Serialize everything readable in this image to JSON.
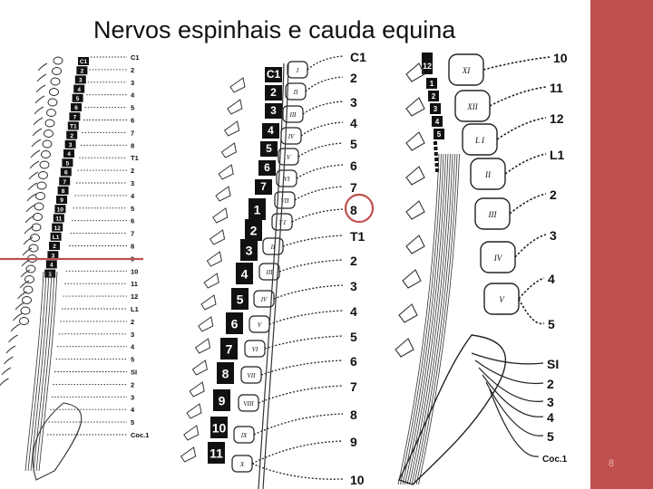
{
  "slide": {
    "title": "Nervos espinhais e cauda equina",
    "slide_number": "8"
  },
  "colors": {
    "accent_band": "#c0504d",
    "highlight_circle": "#c0504d",
    "marker_line": "#c0504d"
  },
  "panel_small": {
    "cervical_boxes": [
      "C1",
      "2",
      "3",
      "4",
      "5",
      "6",
      "7"
    ],
    "thoracic_boxes": [
      "T1",
      "2",
      "3",
      "4",
      "5",
      "6",
      "7",
      "8",
      "9",
      "10",
      "11",
      "12"
    ],
    "lumbar_boxes": [
      "L1",
      "2",
      "3",
      "4",
      "5"
    ],
    "nerve_labels": [
      "C1",
      "2",
      "3",
      "4",
      "5",
      "6",
      "7",
      "8",
      "T1",
      "2",
      "3",
      "4",
      "5",
      "6",
      "7",
      "8",
      "9",
      "10",
      "11",
      "12",
      "L1",
      "2",
      "3",
      "4",
      "5",
      "SI",
      "2",
      "3",
      "4",
      "5",
      "Coc.1"
    ]
  },
  "panel_mid": {
    "cervical_boxes": [
      "C1",
      "2",
      "3",
      "4",
      "5",
      "6",
      "7"
    ],
    "thoracic_boxes": [
      "1",
      "2",
      "3",
      "4",
      "5",
      "6",
      "7",
      "8",
      "9",
      "10",
      "11"
    ],
    "nerve_labels": [
      "C1",
      "2",
      "3",
      "4",
      "5",
      "6",
      "7",
      "8",
      "T1",
      "2",
      "3",
      "4",
      "5",
      "6",
      "7",
      "8",
      "9",
      "10"
    ],
    "body_roman": [
      "I",
      "II",
      "III",
      "IV",
      "V",
      "VI",
      "VII",
      "T I",
      "II",
      "III",
      "IV",
      "V",
      "VI",
      "VII",
      "VIII",
      "IX",
      "X"
    ]
  },
  "panel_right": {
    "boxes": [
      "12",
      "1",
      "2",
      "3",
      "4",
      "5"
    ],
    "nerve_labels": [
      "10",
      "11",
      "12",
      "L1",
      "2",
      "3",
      "4",
      "5",
      "SI",
      "2",
      "3",
      "4",
      "5",
      "Coc.1"
    ],
    "body_roman": [
      "XI",
      "XII",
      "L I",
      "II",
      "III",
      "IV",
      "V"
    ]
  }
}
